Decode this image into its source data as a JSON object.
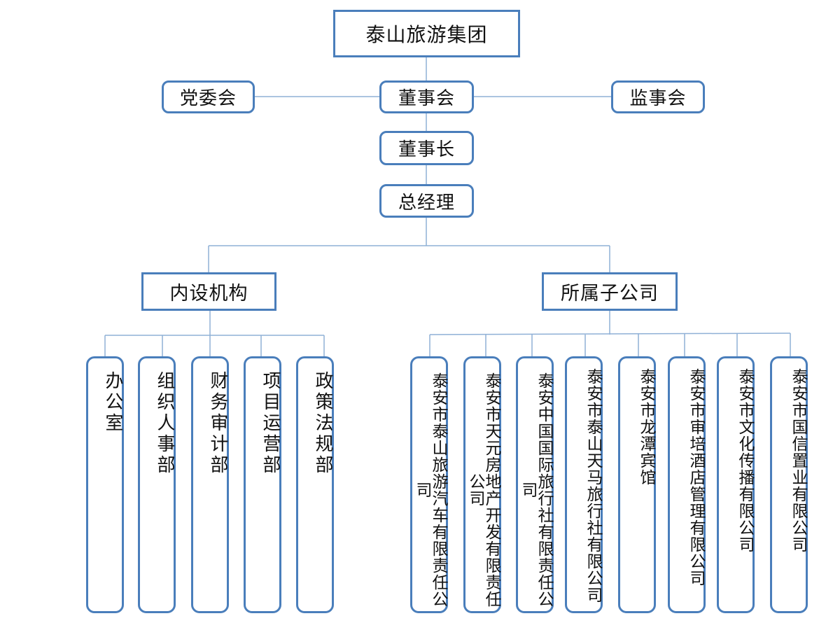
{
  "title": "泰山旅游集团",
  "governance": {
    "party_committee": "党委会",
    "board": "董事会",
    "supervisory_board": "监事会",
    "chairman": "董事长",
    "general_manager": "总经理"
  },
  "branches": {
    "internal": {
      "label": "内设机构",
      "departments": [
        "办公室",
        "组织人事部",
        "财务审计部",
        "项目运营部",
        "政策法规部"
      ]
    },
    "subsidiaries": {
      "label": "所属子公司",
      "companies": [
        "泰安市泰山旅游汽车有限责任公司",
        "泰安市天元房地产开发有限责任公司",
        "泰安中国国际旅行社有限责任公司",
        "泰安市泰山天马旅行社有限公司",
        "泰安市龙潭宾馆",
        "泰安市审培酒店管理有限公司",
        "泰安市文化传播有限公司",
        "泰安市国信置业有限公司"
      ]
    }
  },
  "colors": {
    "border": "#4a7ebb",
    "connector": "#8fb0d6"
  }
}
